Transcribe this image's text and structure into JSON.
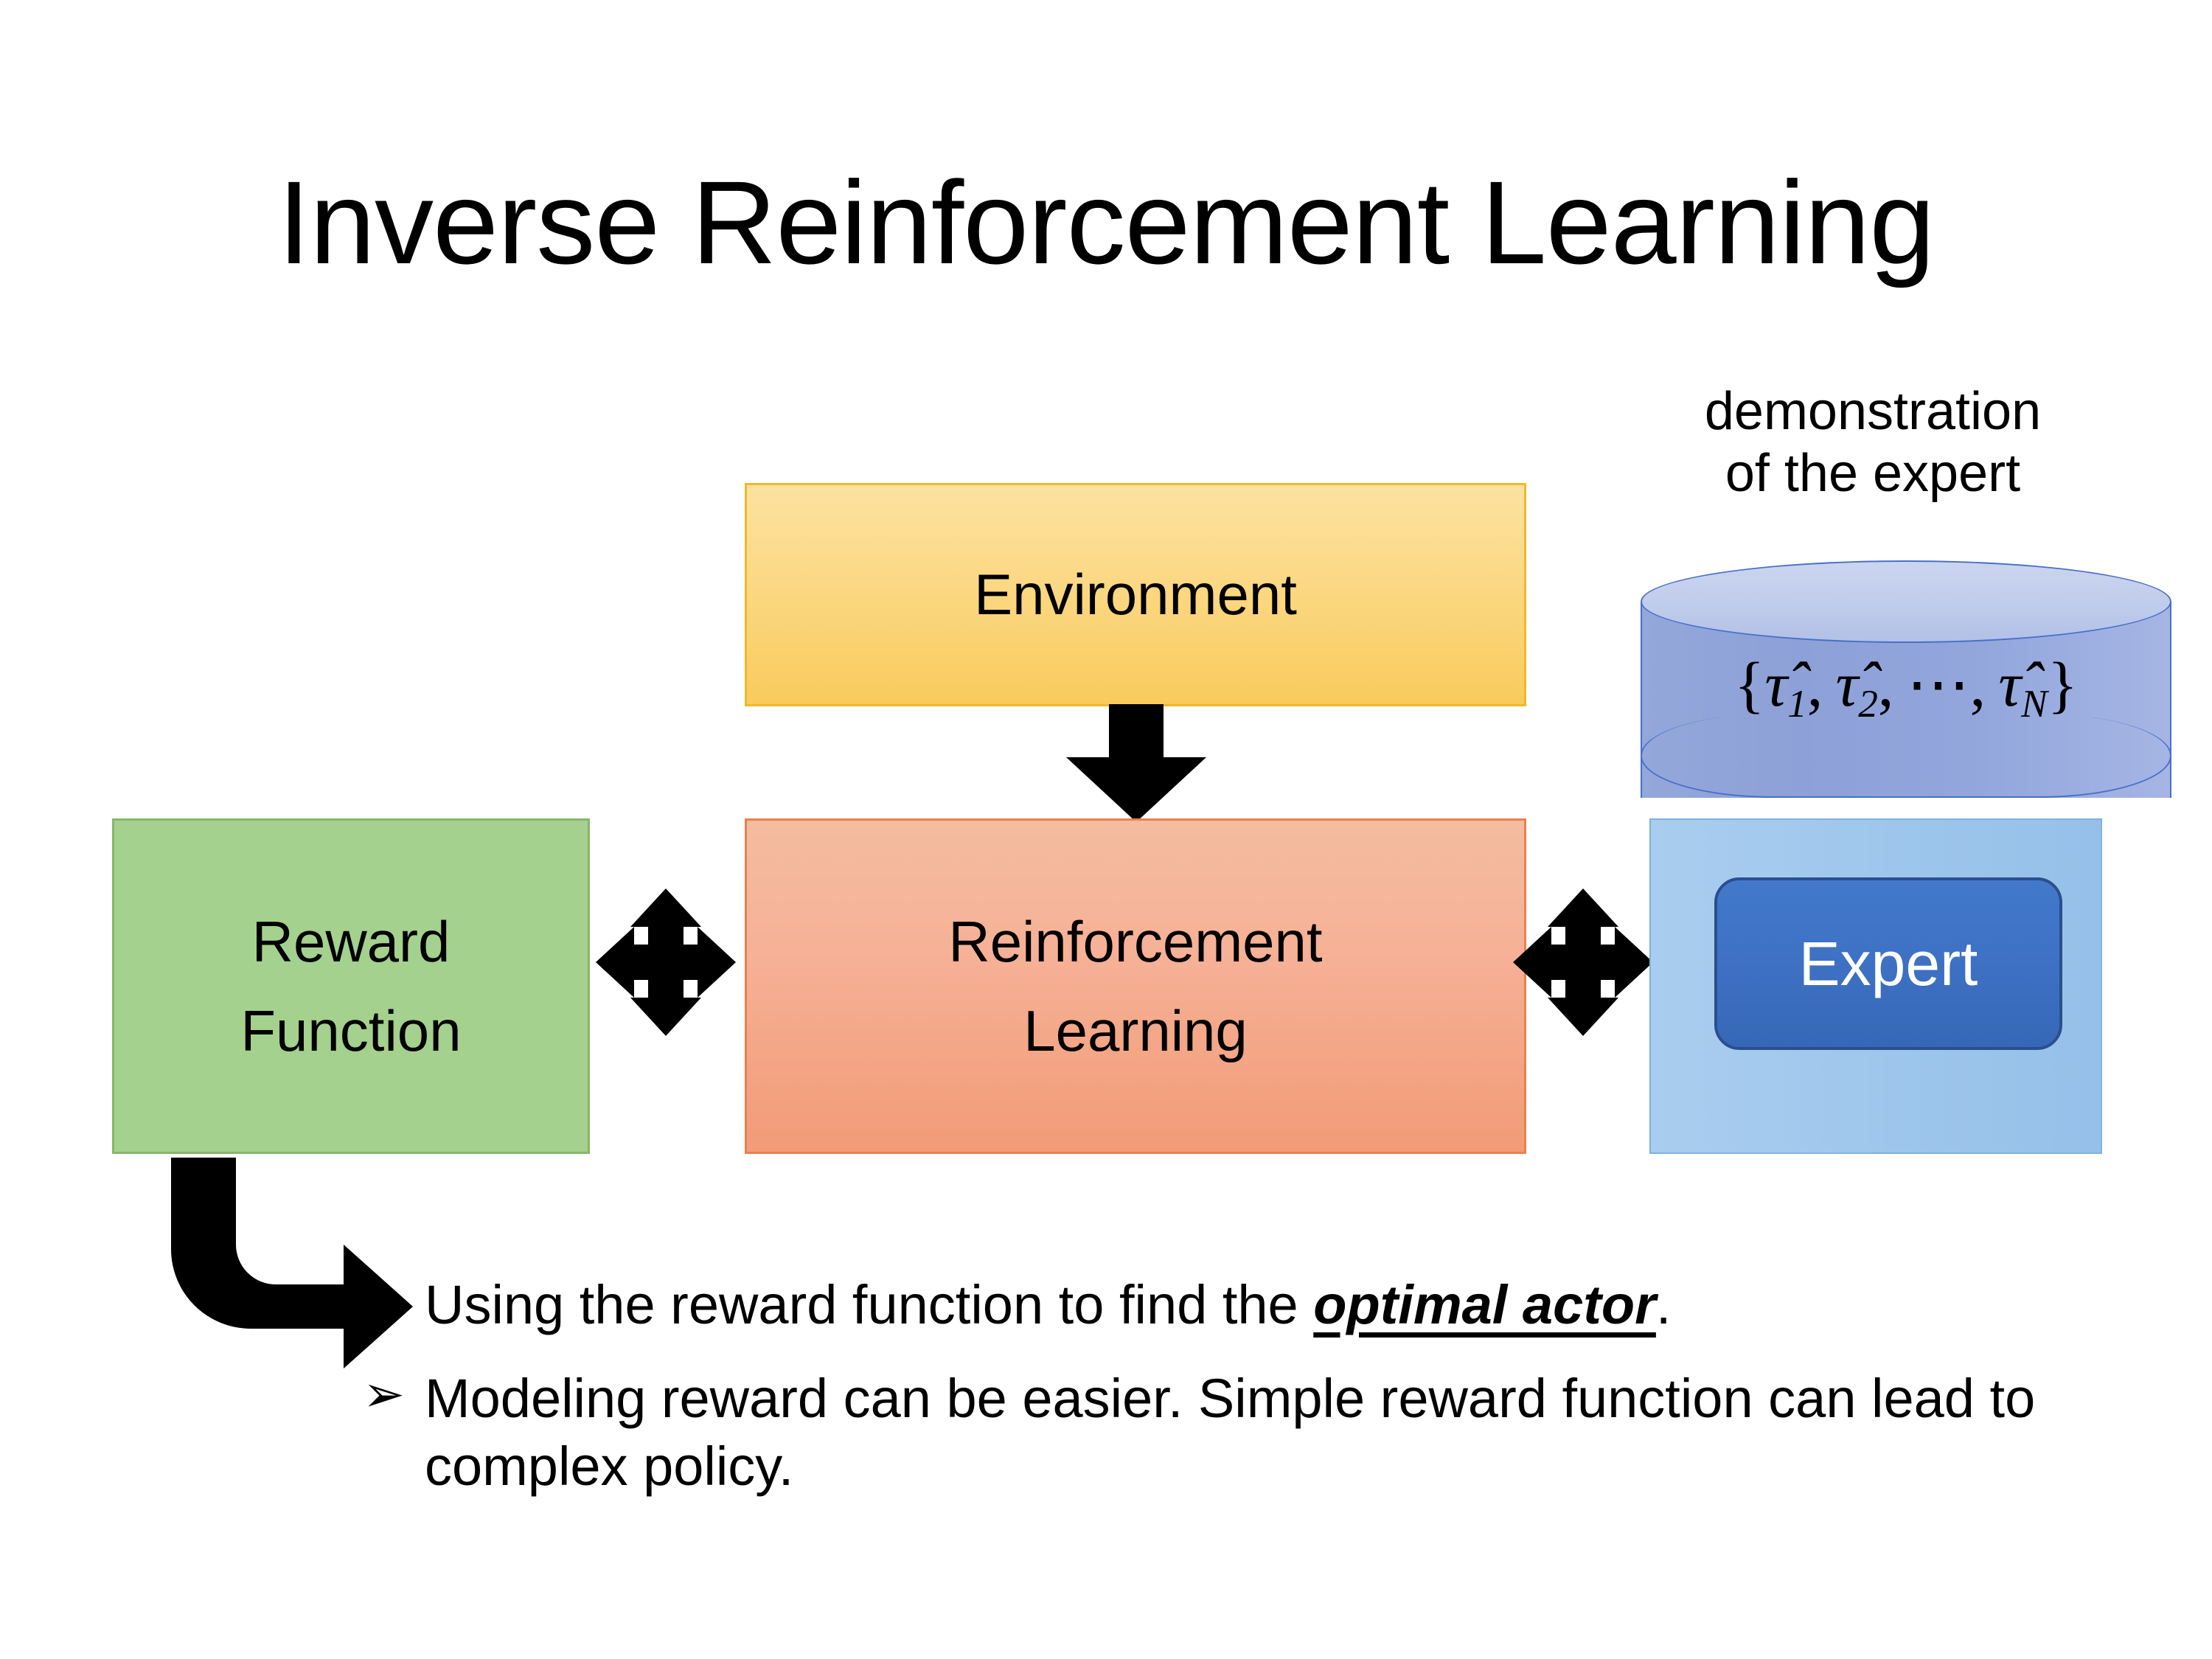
{
  "slide": {
    "title": "Inverse Reinforcement Learning",
    "background_color": "#FFFFFF"
  },
  "diagram": {
    "environment_box": {
      "label": "Environment",
      "fill_color": "#FBD884",
      "border_color": "#EFB928"
    },
    "reinforcement_learning_box": {
      "label": "Reinforcement\nLearning",
      "fill_color": "#F6B196",
      "border_color": "#E8814E"
    },
    "reward_function_box": {
      "label": "Reward\nFunction",
      "fill_color": "#A4D18D",
      "border_color": "#84B86B"
    },
    "expert_group": {
      "caption": "demonstration\nof the expert",
      "cylinder": {
        "formula_open": "{",
        "tau1": "τ̂",
        "sub1": "1",
        "comma1": ", ",
        "tau2": "τ̂",
        "sub2": "2",
        "comma2": ", ",
        "ellipsis": "⋯",
        "comma3": ", ",
        "tauN": "τ̂",
        "subN": "N",
        "formula_close": "}",
        "fill_color": "#8DA1D8",
        "top_color": "#BFCBEB",
        "border_color": "#4770C8"
      },
      "backplate_color": "#9EC6EC",
      "expert_box": {
        "label": "Expert",
        "fill_color": "#3D70C2",
        "border_color": "#2B4F8C",
        "text_color": "#FFFFFF"
      }
    },
    "connectors": {
      "environment_to_rl": "down-arrow",
      "reward_to_rl": "four-way-double-arrow",
      "rl_to_expert": "four-way-double-arrow",
      "reward_to_bullets": "elbow-arrow",
      "color": "#000000"
    }
  },
  "bullets": {
    "marker": "➢",
    "items": [
      {
        "prefix": "Using the reward function to find the ",
        "emphasis": "optimal actor",
        "suffix": "."
      },
      {
        "prefix": "Modeling reward can be easier. Simple reward function can lead to complex policy.",
        "emphasis": "",
        "suffix": ""
      }
    ]
  }
}
